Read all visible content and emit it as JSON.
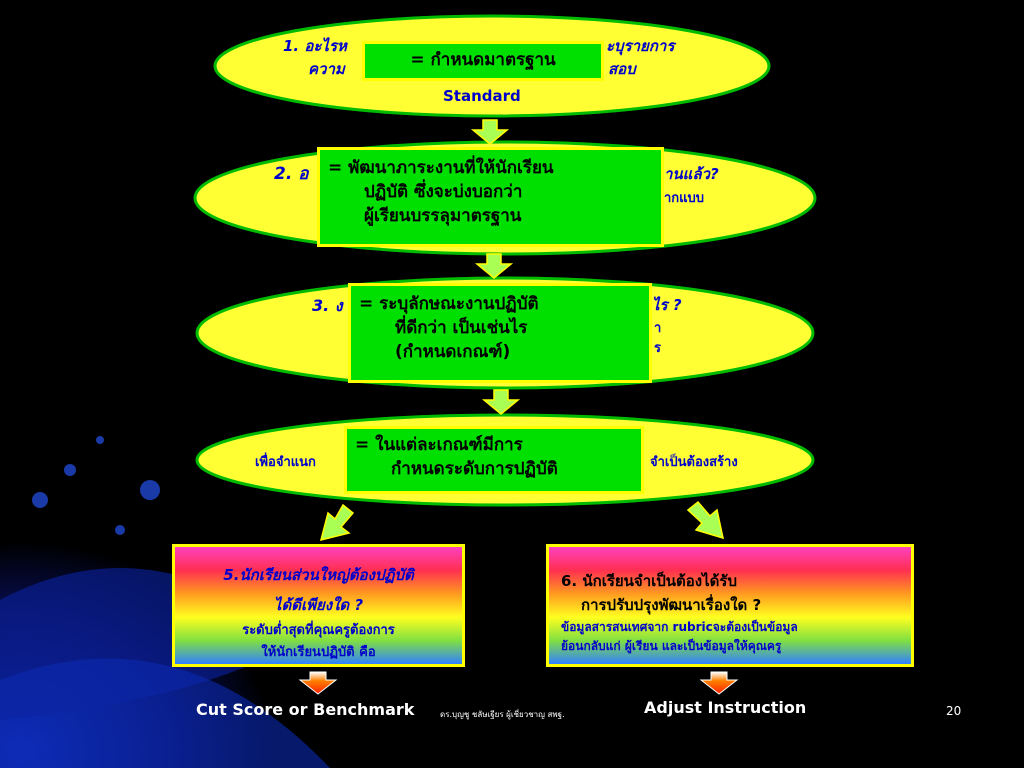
{
  "step1": {
    "line1_left": "1. อะไรห",
    "line1_right": "ะบุรายการ",
    "line2_left": "ความ",
    "line2_right": "สอบ",
    "line3": "Standard",
    "box": "= กำหนดมาตรฐาน"
  },
  "step2": {
    "line1_left": "2. อ",
    "line1_right": "านแล้ว?",
    "line2_right": "ากแบบ",
    "box_line1": "= พัฒนาภาระงานที่ให้นักเรียน",
    "box_line2": "ปฏิบัติ ซึ่งจะบ่งบอกว่า",
    "box_line3": "ผู้เรียนบรรลุมาตรฐาน"
  },
  "step3": {
    "line1_left": "3. ง",
    "line1_right": "ไร ?",
    "line2_right": "า",
    "line3_right": "ร",
    "box_line1": "= ระบุลักษณะงานปฏิบัติ",
    "box_line2": "ที่ดีกว่า เป็นเช่นไร",
    "box_line3": "(กำหนดเกณฑ์)"
  },
  "step4": {
    "left": "เพื่อจำแนก",
    "right": "จำเป็นต้องสร้าง",
    "box_line1": "= ในแต่ละเกณฑ์มีการ",
    "box_line2": "กำหนดระดับการปฏิบัติ"
  },
  "step5": {
    "title_line1": "5.นักเรียนส่วนใหญ่ต้องปฏิบัติ",
    "title_line2": "ได้ดีเพียงใด ?",
    "body_line1": "ระดับต่ำสุดที่คุณครูต้องการ",
    "body_line2": "ให้นักเรียนปฏิบัติ คือ"
  },
  "step6": {
    "title_line1": "6. นักเรียนจำเป็นต้องได้รับ",
    "title_line2": "การปรับปรุงพัฒนาเรื่องใด ?",
    "body_line1": "ข้อมูลสารสนเทศจาก rubricจะต้องเป็นข้อมูล",
    "body_line2": "ย้อนกลับแก่ ผู้เรียน และเป็นข้อมูลให้คุณครู"
  },
  "footer": {
    "left_label": "Cut Score or Benchmark",
    "credit": "ดร.บุญชู ชลัษเฐียร ผู้เชี่ยวชาญ สพฐ.",
    "right_label": "Adjust  Instruction",
    "page_number": "20"
  },
  "colors": {
    "ellipse_fill": "#ffff33",
    "box_green": "#00e000",
    "text_blue": "#0000cc",
    "arrow_green": "#aaff55"
  }
}
